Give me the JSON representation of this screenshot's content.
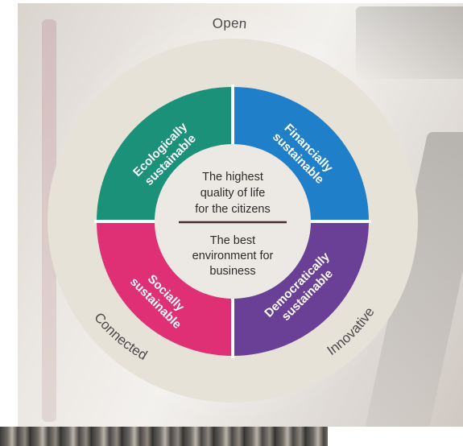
{
  "outer_labels": {
    "top": "Open",
    "bottom_left": "Connected",
    "bottom_right": "Innovative"
  },
  "quadrants": [
    {
      "id": "ecological",
      "line1": "Ecologically",
      "line2": "sustainable",
      "color": "#1a9178"
    },
    {
      "id": "financial",
      "line1": "Financially",
      "line2": "sustainable",
      "color": "#1f7fc9"
    },
    {
      "id": "social",
      "line1": "Socially",
      "line2": "sustainable",
      "color": "#df2f75"
    },
    {
      "id": "democratic",
      "line1": "Democratically",
      "line2": "sustainable",
      "color": "#6a3f96"
    }
  ],
  "center": {
    "upper": [
      "The highest",
      "quality of life",
      "for the citizens"
    ],
    "lower": [
      "The best",
      "environment for",
      "business"
    ]
  },
  "colors": {
    "outer_ring": "#e6e2d8",
    "center_disc": "#ece9e4",
    "divider": "#4a2a2a",
    "center_text": "#2b2b2b",
    "ring_text": "#4a4a4a"
  }
}
